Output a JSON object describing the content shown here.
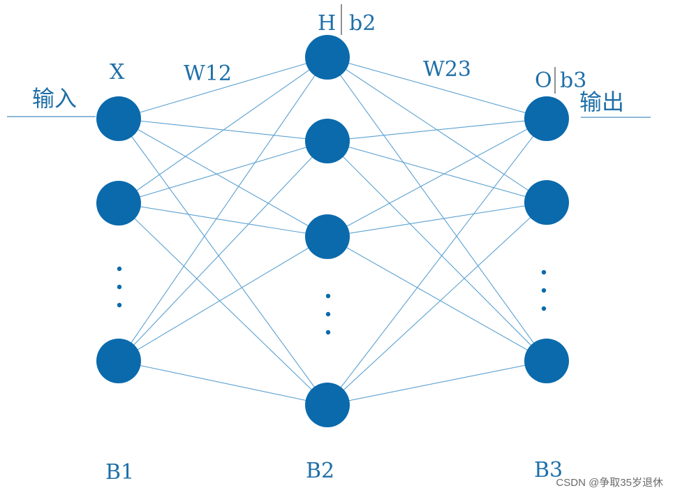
{
  "colors": {
    "node": "#0a6aac",
    "edge": "#5aa0d0",
    "text": "#1f6fa8"
  },
  "labels": {
    "input_node": "X",
    "hidden_node": "H",
    "hidden_bias": "b2",
    "output_node": "O",
    "output_bias": "b3",
    "w12": "W12",
    "w23": "W23",
    "input_text": "输入",
    "output_text": "输出",
    "b1": "B1",
    "b2_bottom": "B2",
    "b3_bottom": "B3",
    "watermark": "CSDN @争取35岁退休"
  },
  "icons": {
    "ellipsis": "vertical-dots"
  }
}
